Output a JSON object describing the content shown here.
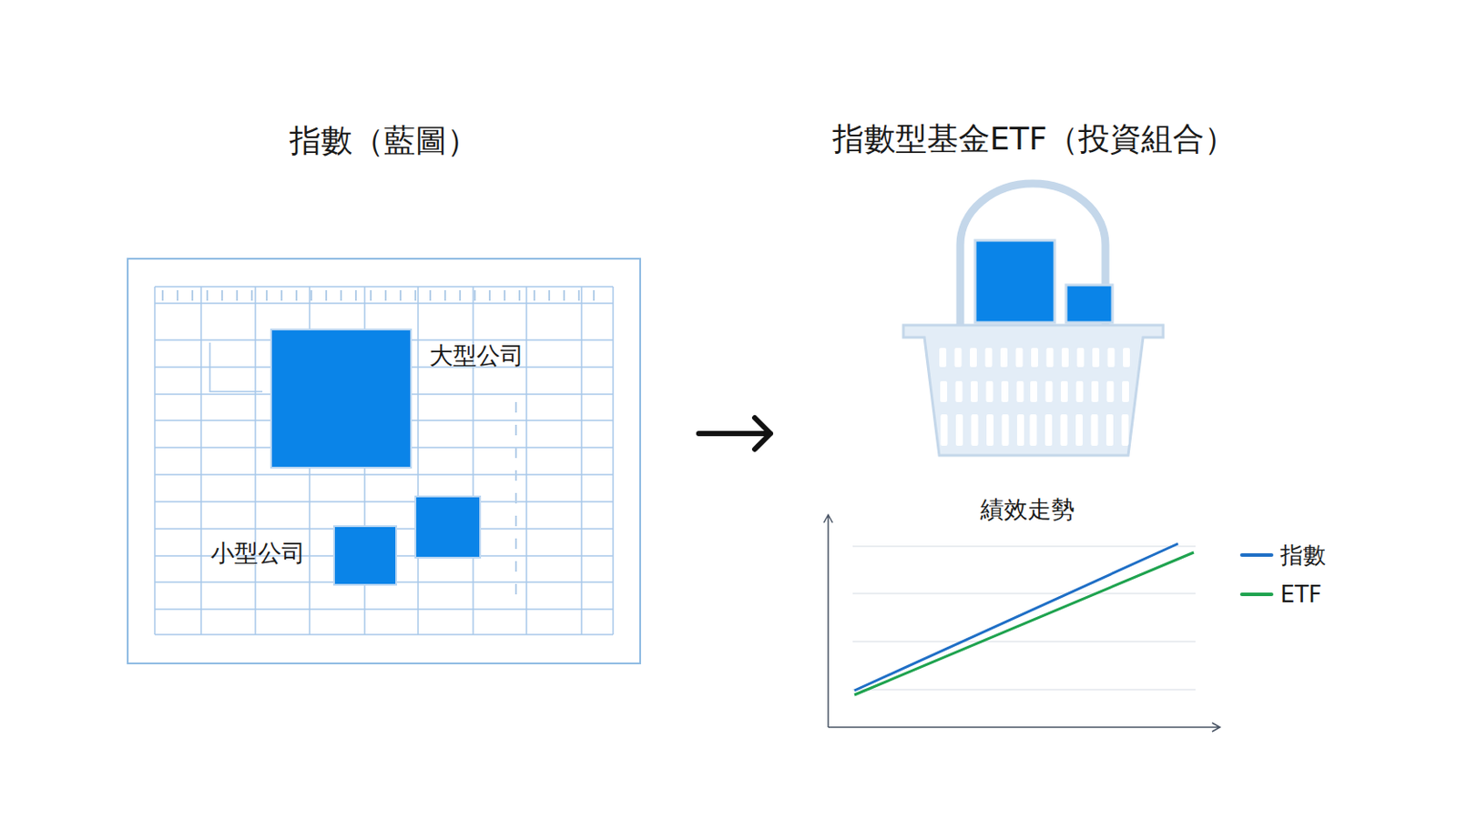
{
  "diagram": {
    "nodes": [
      {
        "text": [
          "指數（藍圖）"
        ]
      },
      {
        "text": [
          "大型公司"
        ],
        "in": 0
      },
      {
        "text": [
          "小型公司"
        ],
        "in": 0
      },
      {
        "text": [
          "指數型基金ETF（投資組合）"
        ]
      }
    ],
    "edges": [
      {
        "from": 0,
        "to": 3,
        "arrow": "to"
      }
    ],
    "labels": [
      "績效走勢"
    ],
    "legend": [
      {
        "text": "指數",
        "color": "#1f6fc6"
      },
      {
        "text": "ETF",
        "color": "#1fa34f"
      }
    ]
  }
}
